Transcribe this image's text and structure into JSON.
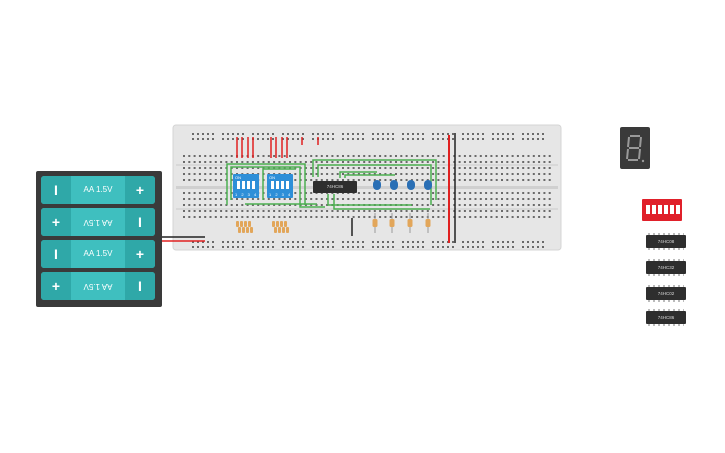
{
  "battery": {
    "cells": [
      {
        "label": "AA 1.5V",
        "left": "I",
        "right": "+",
        "flip": false
      },
      {
        "label": "AA 1.5V",
        "left": "+",
        "right": "I",
        "flip": true
      },
      {
        "label": "AA 1.5V",
        "left": "I",
        "right": "+",
        "flip": false
      },
      {
        "label": "AA 1.5V",
        "left": "+",
        "right": "I",
        "flip": true
      }
    ]
  },
  "breadboard": {
    "chip_label": "74HC86",
    "dip_switches": [
      {
        "on_label": "ON",
        "numbers": "1 2 3 4"
      },
      {
        "on_label": "ON",
        "numbers": "1 2 3 4"
      }
    ]
  },
  "palette": {
    "chips": [
      {
        "label": "74HC08"
      },
      {
        "label": "74HC32"
      },
      {
        "label": "74HC02"
      },
      {
        "label": "74HC86"
      }
    ]
  },
  "colors": {
    "wire_green": "#4caf50",
    "wire_red": "#e02020",
    "led_blue": "#2a6fb5",
    "breadboard": "#e8e8e8"
  }
}
